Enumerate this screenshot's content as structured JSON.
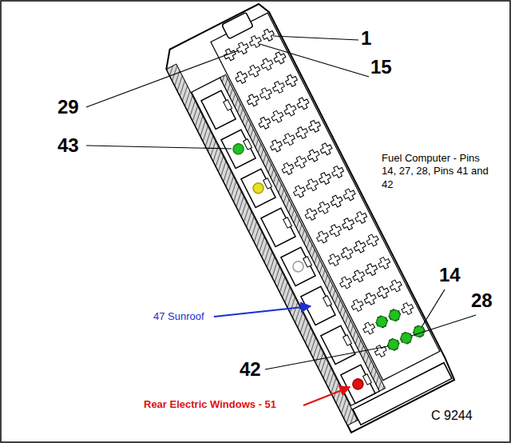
{
  "diagram": {
    "labels": [
      "1",
      "15",
      "29",
      "43",
      "Fuel Computer - Pins 14, 27, 28, Pins 41 and 42",
      "14",
      "28",
      "47 Sunroof",
      "42",
      "Rear Electric Windows - 51",
      "C 9244"
    ]
  }
}
